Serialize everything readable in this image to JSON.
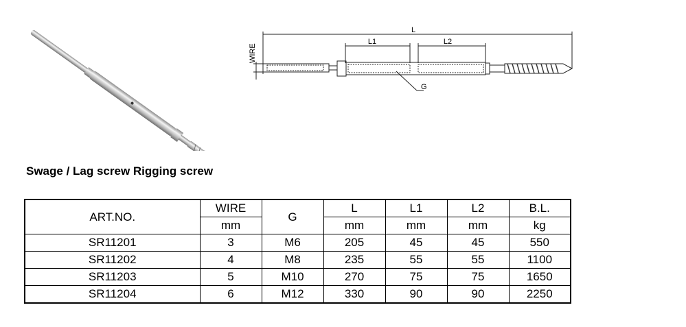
{
  "title": "Swage / Lag screw Rigging screw",
  "drawing_labels": {
    "L": "L",
    "L1": "L1",
    "L2": "L2",
    "wire": "WIRE",
    "G": "G"
  },
  "table": {
    "headers": [
      "ART.NO.",
      "WIRE",
      "G",
      "L",
      "L1",
      "L2",
      "B.L."
    ],
    "units": [
      "mm",
      "mm",
      "mm",
      "mm",
      "kg"
    ],
    "rows": [
      [
        "SR11201",
        "3",
        "M6",
        "205",
        "45",
        "45",
        "550"
      ],
      [
        "SR11202",
        "4",
        "M8",
        "235",
        "55",
        "55",
        "1100"
      ],
      [
        "SR11203",
        "5",
        "M10",
        "270",
        "75",
        "75",
        "1650"
      ],
      [
        "SR11204",
        "6",
        "M12",
        "330",
        "90",
        "90",
        "2250"
      ]
    ]
  }
}
